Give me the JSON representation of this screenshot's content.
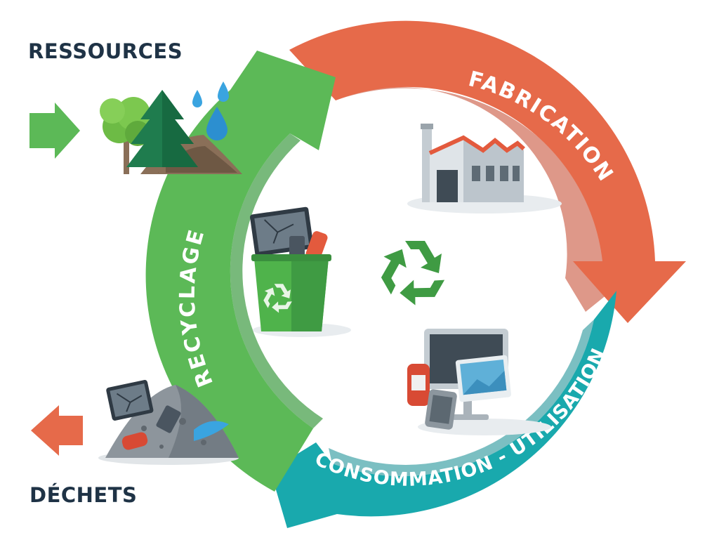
{
  "labels": {
    "ressources": "RESSOURCES",
    "dechets": "DÉCHETS",
    "fabrication": "FABRICATION",
    "consommation": "CONSOMMATION - UTILISATION",
    "recyclage": "RECYCLAGE"
  },
  "colors": {
    "fabrication": "#e66a4a",
    "fabrication_dark": "#c8533a",
    "consommation": "#19a9ad",
    "consommation_dark": "#0f8a8f",
    "recyclage": "#5cb957",
    "recyclage_dark": "#3f9b43",
    "text_dark": "#1f3346"
  },
  "icons": {
    "ressources": "trees-water-soil-icon",
    "fabrication": "factory-icon",
    "consommation": "electronics-icon",
    "recyclage": "recycle-bin-icon",
    "dechets": "waste-pile-icon",
    "center": "recycle-symbol-icon"
  }
}
